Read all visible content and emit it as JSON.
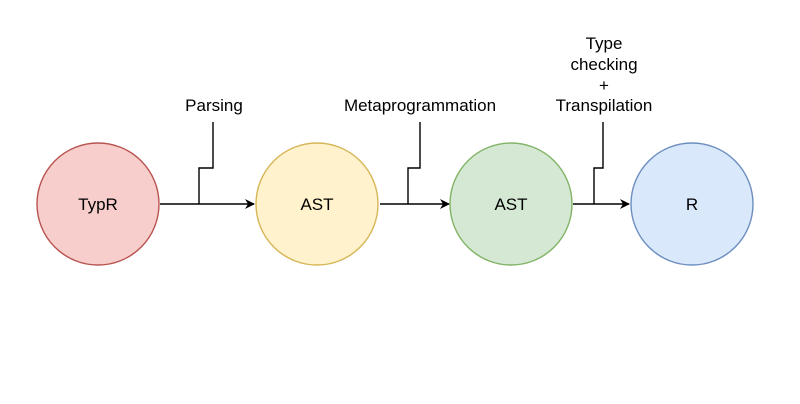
{
  "diagram": {
    "nodes": [
      {
        "id": "typr",
        "label": "TypR",
        "fill": "#f8cecc",
        "stroke": "#b85450"
      },
      {
        "id": "ast1",
        "label": "AST",
        "fill": "#fff2cc",
        "stroke": "#d6b656"
      },
      {
        "id": "ast2",
        "label": "AST",
        "fill": "#d5e8d4",
        "stroke": "#82b366"
      },
      {
        "id": "r",
        "label": "R",
        "fill": "#dae8fc",
        "stroke": "#6c8ebf"
      }
    ],
    "edges": [
      {
        "from": "typr",
        "to": "ast1",
        "label_lines": [
          "Parsing"
        ]
      },
      {
        "from": "ast1",
        "to": "ast2",
        "label_lines": [
          "Metaprogrammation"
        ]
      },
      {
        "from": "ast2",
        "to": "r",
        "label_lines": [
          "Type",
          "checking",
          "+",
          "Transpilation"
        ]
      }
    ],
    "colors": {
      "edge": "#000000",
      "text": "#000000"
    }
  }
}
